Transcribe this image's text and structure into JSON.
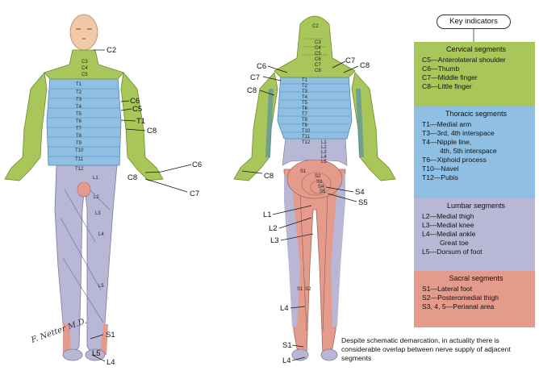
{
  "colors": {
    "cervical": "#a9c65a",
    "thoracic": "#8fc0e3",
    "lumbar": "#b9b7d6",
    "sacral": "#e49b8b",
    "skin": "#f1c9a8"
  },
  "legend": {
    "header": "Key indicators",
    "groups": [
      {
        "title": "Cervical segments",
        "color": "#a9c65a",
        "items": [
          "C5—Anterolateral shoulder",
          "C6—Thumb",
          "C7—Middle finger",
          "C8—Little finger"
        ]
      },
      {
        "title": "Thoracic segments",
        "color": "#8fc0e3",
        "items": [
          "T1—Medial arm",
          "T3—3rd, 4th interspace",
          "T4—Nipple line,",
          "4th, 5th interspace",
          "T6—Xiphoid process",
          "T10—Navel",
          "T12—Pubis"
        ]
      },
      {
        "title": "Lumbar segments",
        "color": "#b9b7d6",
        "items": [
          "L2—Medial thigh",
          "L3—Medial knee",
          "L4—Medial ankle",
          "Great toe",
          "L5—Dorsum of foot"
        ]
      },
      {
        "title": "Sacral segments",
        "color": "#e49b8b",
        "items": [
          "S1—Lateral foot",
          "S2—Posteromedial thigh",
          "S3, 4, 5—Perianal area"
        ]
      }
    ]
  },
  "note": "Despite schematic demarcation, in actuality there is considerable overlap between nerve supply of adjacent segments",
  "signature": "F. Netter M.D.",
  "front_labels": {
    "c2": "C2",
    "c6": "C6",
    "c5": "C5",
    "t1": "T1",
    "c8": "C8",
    "c8_hand": "C8",
    "c7_hand": "C7",
    "c6_hand": "C6",
    "s1": "S1",
    "l5": "L5",
    "l4": "L4"
  },
  "back_labels": {
    "c6": "C6",
    "c7_left": "C7",
    "c8_left": "C8",
    "c7_right": "C7",
    "c8_right": "C8",
    "c8_hand": "C8",
    "s4": "S4",
    "s5": "S5",
    "l1": "L1",
    "l2": "L2",
    "l3": "L3",
    "l4": "L4",
    "s1": "S1",
    "l4_foot": "L4"
  },
  "front_segments": {
    "neck": [
      "C3",
      "C4",
      "C5"
    ],
    "thoracic": [
      "T2",
      "T3",
      "T4",
      "T5",
      "T6",
      "T7",
      "T8",
      "T9",
      "T10",
      "T11",
      "T12"
    ],
    "t1": "T1",
    "leg": [
      "L1",
      "L2",
      "L3",
      "L4",
      "L5"
    ]
  },
  "back_segments": {
    "head": "C2",
    "neck": [
      "C3",
      "C4",
      "C5",
      "C6",
      "C7",
      "C8"
    ],
    "thoracic": [
      "T1",
      "T2",
      "T3",
      "T4",
      "T5",
      "T6",
      "T7",
      "T8",
      "T9",
      "T10",
      "T11",
      "T12"
    ],
    "lumbar": [
      "L1",
      "L2",
      "L3",
      "L4",
      "L5"
    ],
    "sacral": [
      "S1",
      "S2",
      "S3",
      "S4",
      "S5"
    ],
    "leg": [
      "S1",
      "S2"
    ]
  }
}
